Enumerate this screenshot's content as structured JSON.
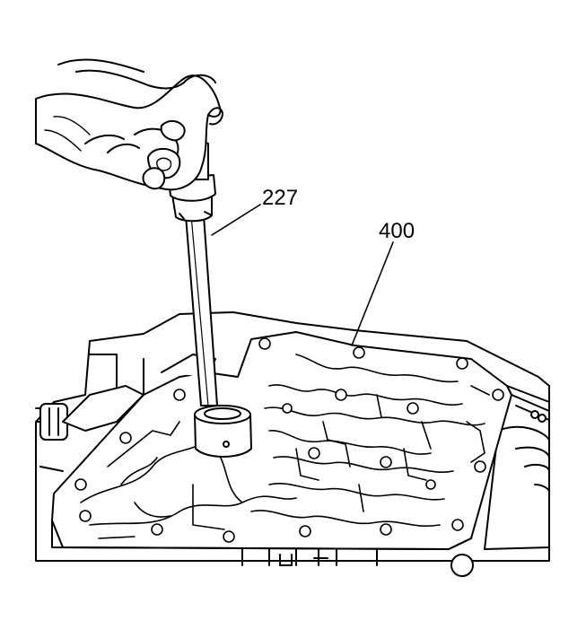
{
  "callouts": [
    {
      "id": "227",
      "text": "227",
      "target": "tool"
    },
    {
      "id": "400",
      "text": "400",
      "target": "valve-body"
    }
  ],
  "colors": {
    "line": "#000000",
    "background": "#ffffff"
  }
}
